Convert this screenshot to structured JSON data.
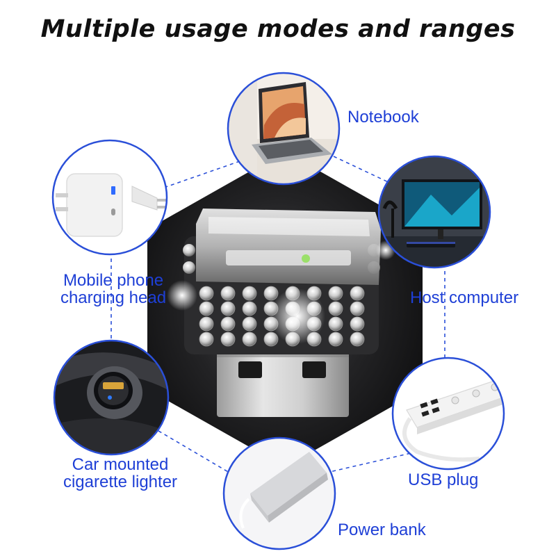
{
  "title": "Multiple usage modes and ranges",
  "modes": [
    {
      "id": "notebook",
      "label": "Notebook",
      "icon": "laptop-icon"
    },
    {
      "id": "host-computer",
      "label": "Host computer",
      "icon": "desktop-monitor-icon"
    },
    {
      "id": "usb-plug",
      "label": "USB plug",
      "icon": "power-strip-icon"
    },
    {
      "id": "power-bank",
      "label": "Power bank",
      "icon": "power-bank-icon"
    },
    {
      "id": "car-lighter",
      "label_lines": [
        "Car mounted",
        "cigarette lighter"
      ],
      "icon": "car-charger-icon"
    },
    {
      "id": "phone-charger",
      "label_lines": [
        "Mobile phone",
        "charging head"
      ],
      "icon": "wall-charger-icon"
    }
  ],
  "colors": {
    "label_blue": "#1e3fd6",
    "ring_blue": "#2a4fd8",
    "hexagon_dark": "#1b1b1d"
  }
}
